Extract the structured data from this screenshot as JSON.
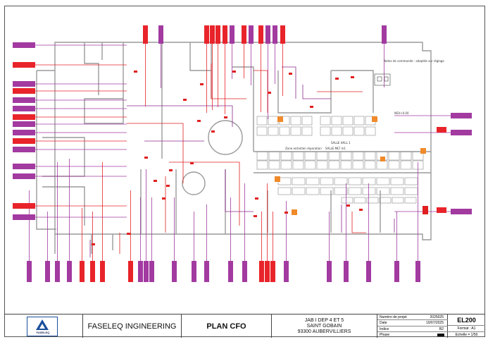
{
  "titleblock": {
    "company": "FASELEQ INGINEERING",
    "drawing_title": "PLAN CFO",
    "project_line1": "JAB I DEP 4 ET 5",
    "project_line2": "SAINT GOBAIN",
    "project_line3": "93300 AUBERVILLIERS",
    "logo_text": "FASELEQ",
    "meta": [
      {
        "label": "Numéro de projet",
        "value": "2025025"
      },
      {
        "label": "Date",
        "value": "10/07/2025"
      },
      {
        "label": "Indice",
        "value": "B2"
      },
      {
        "label": "Phase",
        "value": ""
      }
    ],
    "drawing_code": "EL200",
    "format": "Format : A1",
    "scale": "Echelle = 1/50"
  },
  "plan": {
    "rooms": [
      {
        "label": "SALLE HALL 1"
      },
      {
        "label": "SALLE MLT m1"
      },
      {
        "label": "Zone entretien réparation"
      },
      {
        "label": "NSV+0.00"
      }
    ],
    "annotation": "Notes de commande : adaptée sur réglage",
    "colors": {
      "wall": "#999999",
      "cable_red": "#e02020",
      "cable_purple": "#8b2a8b",
      "tag_red": "#e8242a",
      "tag_purple": "#a23aa0",
      "equipment_orange": "#f08a2a"
    }
  }
}
